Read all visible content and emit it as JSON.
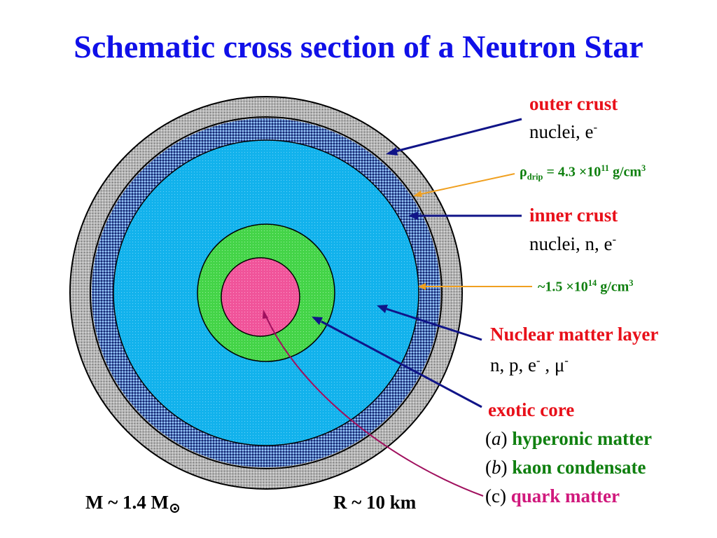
{
  "title": "Schematic cross section of a Neutron Star",
  "layers": {
    "outer_crust": {
      "name": "outer crust",
      "content": "nuclei,  e",
      "sup": "-"
    },
    "drip": {
      "symbol": "ρ",
      "sub": "drip",
      "value": " = 4.3 ×10",
      "exp": "11",
      "unit": " g/cm",
      "unit_exp": "3"
    },
    "inner_crust": {
      "name": "inner crust",
      "content": "nuclei, n,  e",
      "sup": "-"
    },
    "boundary": {
      "value": "~1.5 ×10",
      "exp": "14",
      "unit": " g/cm",
      "unit_exp": "3"
    },
    "nuclear": {
      "name": "Nuclear matter layer",
      "content_a": "n, p, e",
      "sup_a": "-",
      "content_b": " , μ",
      "sup_b": "-"
    },
    "core": {
      "name": "exotic core",
      "items": [
        {
          "marker": "a",
          "text": "hyperonic matter"
        },
        {
          "marker": "b",
          "text": "kaon condensate"
        },
        {
          "marker": "c",
          "text": "quark matter"
        }
      ]
    }
  },
  "mass": {
    "text": "M ~ 1.4 M"
  },
  "radius": {
    "text": "R ~ 10 km"
  },
  "colors": {
    "title": "#1010e8",
    "outer_crust": "#a8a8a8",
    "inner_crust": "#5a7ec4",
    "nuclear_matter": "#14b4ee",
    "core_green": "#48d84a",
    "core_pink": "#f2589e",
    "arrow_blue": "#101488",
    "arrow_orange": "#f0a020",
    "arrow_magenta": "#a0105e"
  }
}
